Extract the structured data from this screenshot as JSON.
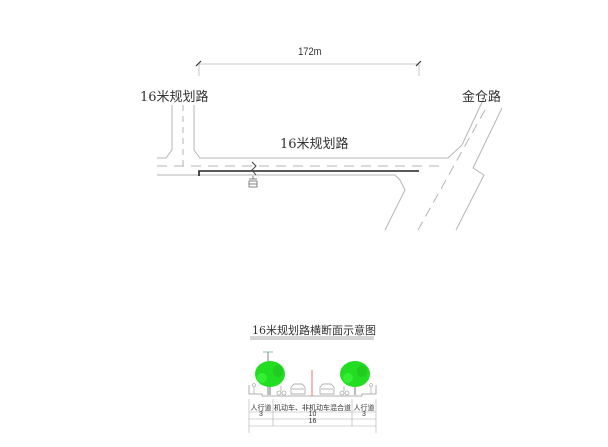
{
  "plan": {
    "dimension_label": "172m",
    "road_left_label": "16米规划路",
    "road_main_label": "16米规划路",
    "road_right_label": "金仓路"
  },
  "section": {
    "title": "16米规划路横断面示意图",
    "columns": [
      {
        "label": "人行道",
        "width": "3"
      },
      {
        "label": "机动车、非机动车混合道",
        "width": "10"
      },
      {
        "label": "人行道",
        "width": "3"
      }
    ],
    "total_width": "16"
  },
  "colors": {
    "line": "#b5b5b5",
    "dark_line": "#222222",
    "tree": "#22dd22",
    "center_line": "#e05050"
  }
}
